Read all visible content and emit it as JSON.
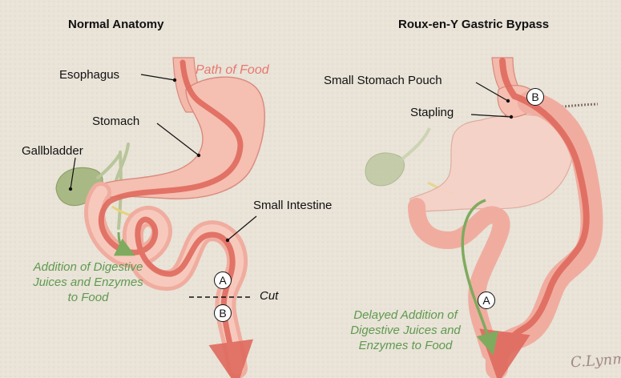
{
  "titles": {
    "left": "Normal Anatomy",
    "right": "Roux-en-Y Gastric Bypass"
  },
  "labels": {
    "esophagus": "Esophagus",
    "path_of_food": "Path of Food",
    "stomach": "Stomach",
    "gallbladder": "Gallbladder",
    "small_intestine": "Small Intestine",
    "cut": "Cut",
    "small_stomach_pouch": "Small Stomach Pouch",
    "stapling": "Stapling"
  },
  "notes": {
    "left_juices": "Addition of Digestive Juices and Enzymes to Food",
    "right_juices": "Delayed Addition of Digestive Juices and Enzymes to Food"
  },
  "markers": {
    "a": "A",
    "b": "B"
  },
  "signature": "C.Lynm",
  "colors": {
    "background": "#e9e3d8",
    "tissue": "#f2b3a5",
    "path_arrow": "#e06a5e",
    "bile_green": "#7eab5e",
    "gallbladder": "#a9b985"
  }
}
